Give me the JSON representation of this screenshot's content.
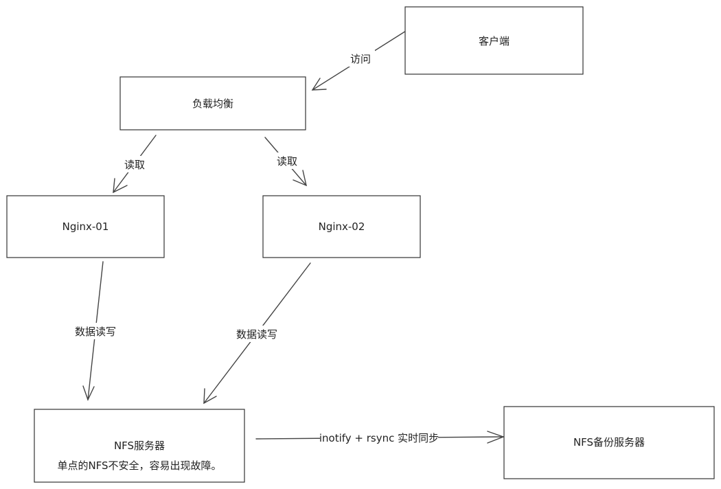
{
  "nodes": {
    "client": "客户端",
    "lb": "负载均衡",
    "nginx1": "Nginx-01",
    "nginx2": "Nginx-02",
    "nfs_title": "NFS服务器",
    "nfs_note": "单点的NFS不安全，容易出现故障。",
    "nfs_backup": "NFS备份服务器"
  },
  "edges": {
    "access": "访问",
    "read_left": "读取",
    "read_right": "读取",
    "rw_left": "数据读写",
    "rw_right": "数据读写",
    "sync": "inotify + rsync 实时同步"
  }
}
